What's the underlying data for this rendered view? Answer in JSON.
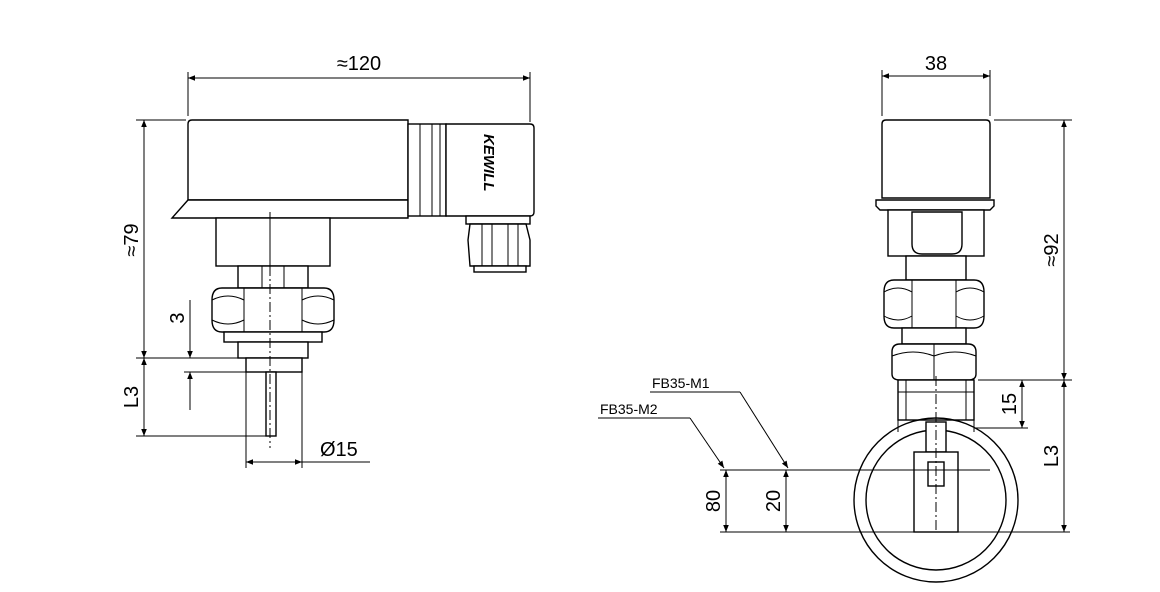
{
  "front_view": {
    "width_label": "≈120",
    "height_label": "≈79",
    "gap_label": "3",
    "probe_length_label": "L3",
    "diameter_label": "Ø15",
    "brand": "KEWILL"
  },
  "side_view": {
    "width_label": "38",
    "height_label": "≈92",
    "offset_label": "15",
    "probe_length_label": "L3",
    "model_m1": "FB35-M1",
    "model_m2": "FB35-M2",
    "dim_80": "80",
    "dim_20": "20"
  }
}
